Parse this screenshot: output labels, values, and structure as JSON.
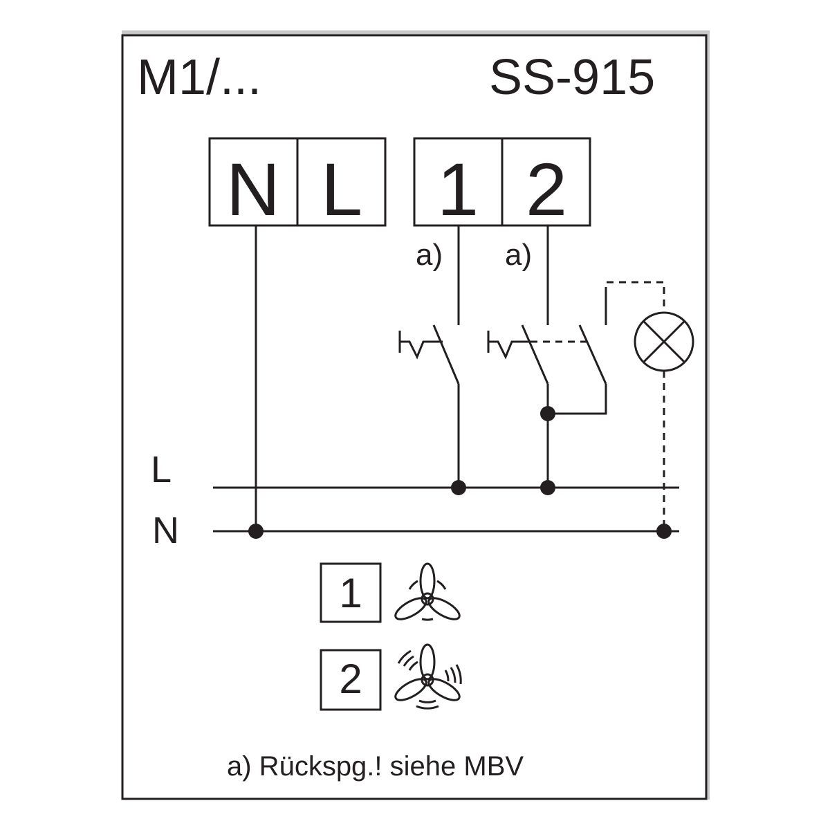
{
  "header": {
    "left": "M1/...",
    "right": "SS-915"
  },
  "terminals": {
    "n": "N",
    "l": "L",
    "t1": "1",
    "t2": "2"
  },
  "annotations": {
    "a1": "a)",
    "a2": "a)"
  },
  "rails": {
    "l": "L",
    "n": "N"
  },
  "legend": [
    {
      "number": "1",
      "icon": "fan-icon"
    },
    {
      "number": "2",
      "icon": "fan-fast-icon"
    }
  ],
  "footnote": "a) Rückspg.! siehe MBV",
  "colors": {
    "line": "#231f20",
    "background": "#ffffff",
    "frame_shadow": "#c8c8c8"
  }
}
